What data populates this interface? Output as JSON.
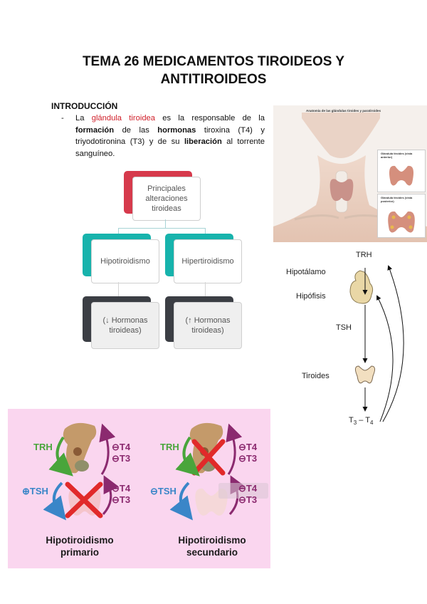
{
  "title": {
    "line1": "TEMA 26 MEDICAMENTOS TIROIDEOS Y",
    "line2": "ANTITIROIDEOS"
  },
  "intro": {
    "heading": "INTRODUCCIÓN",
    "dash": "-",
    "text_parts": {
      "p1": "La ",
      "p2": "glándula tiroidea",
      "p3": " es la responsable de la ",
      "p4": "formación",
      "p5": " de las ",
      "p6": "hormonas",
      "p7": " tiroxina (T4) y triyodotironina (T3) y de su ",
      "p8": "liberación",
      "p9": " al torrente sanguíneo."
    }
  },
  "concept_map": {
    "root": {
      "line1": "Principales",
      "line2": "alteraciones",
      "line3": "tiroideas"
    },
    "left": {
      "label": "Hipotiroidismo",
      "detail_line1": "(↓ Hormonas",
      "detail_line2": "tiroideas)"
    },
    "right": {
      "label": "Hipertiroidismo",
      "detail_line1": "(↑ Hormonas",
      "detail_line2": "tiroideas)"
    },
    "colors": {
      "root_accent": "#d63a4c",
      "middle_accent": "#17b3ac",
      "bottom_accent": "#3b3e44"
    }
  },
  "anatomy": {
    "caption": "Anatomía de las glándulas tiroides y paratiroides",
    "inset_top": "Glándula tiroides (vista anterior)",
    "inset_bottom": "Glándula tiroides (vista posterior)"
  },
  "axis": {
    "trh": "TRH",
    "hypothalamus": "Hipotálamo",
    "pituitary": "Hipófisis",
    "tsh": "TSH",
    "thyroid": "Tiroides",
    "t3": "T",
    "t3_sub": "3",
    "dash": " – ",
    "t4": "T",
    "t4_sub": "4"
  },
  "panel": {
    "left": {
      "trh": "TRH",
      "t4_top": "T4",
      "t3_top": "T3",
      "tsh": "TSH",
      "t4_bottom": "T4",
      "t3_bottom": "T3",
      "title_line1": "Hipotiroidismo",
      "title_line2": "primario"
    },
    "right": {
      "trh": "TRH",
      "t4_top": "T4",
      "t3_top": "T3",
      "tsh": "TSH",
      "t4_bottom": "T4",
      "t3_bottom": "T3",
      "title_line1": "Hipotiroidismo",
      "title_line2": "secundario"
    },
    "colors": {
      "background": "#fad6ef",
      "trh": "#49a53b",
      "tsh": "#3a86c8",
      "hormones": "#8b2a6f",
      "cross": "#e12a2a"
    }
  }
}
